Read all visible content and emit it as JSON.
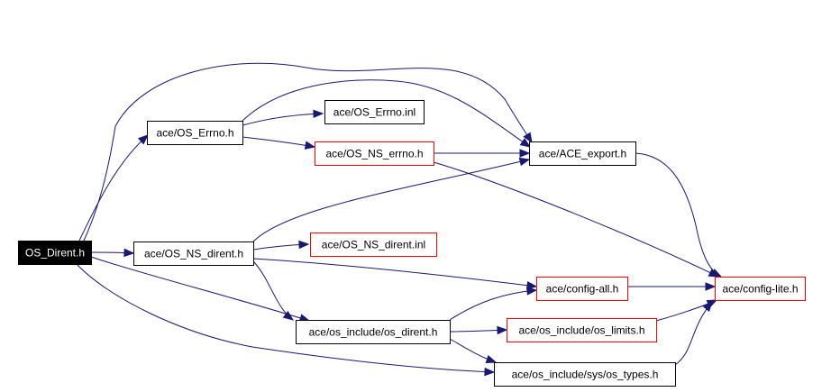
{
  "graph": {
    "colors": {
      "edge": "#191970",
      "root_fill": "#000000",
      "root_text": "#ffffff",
      "node_fill": "#ffffff",
      "node_text": "#000000",
      "node_border": "#000000",
      "truncated_border": "#ff0000"
    },
    "nodes": [
      {
        "id": "os_dirent_h",
        "label": "OS_Dirent.h",
        "style": "root"
      },
      {
        "id": "ace_os_errno_h",
        "label": "ace/OS_Errno.h",
        "style": "normal"
      },
      {
        "id": "ace_os_errno_inl",
        "label": "ace/OS_Errno.inl",
        "style": "normal"
      },
      {
        "id": "ace_os_ns_errno_h",
        "label": "ace/OS_NS_errno.h",
        "style": "truncated"
      },
      {
        "id": "ace_ace_export_h",
        "label": "ace/ACE_export.h",
        "style": "normal"
      },
      {
        "id": "ace_os_ns_dirent_h",
        "label": "ace/OS_NS_dirent.h",
        "style": "normal"
      },
      {
        "id": "ace_os_ns_dirent_inl",
        "label": "ace/OS_NS_dirent.inl",
        "style": "truncated"
      },
      {
        "id": "ace_config_all_h",
        "label": "ace/config-all.h",
        "style": "truncated"
      },
      {
        "id": "ace_config_lite_h",
        "label": "ace/config-lite.h",
        "style": "truncated"
      },
      {
        "id": "ace_os_include_os_dirent_h",
        "label": "ace/os_include/os_dirent.h",
        "style": "normal"
      },
      {
        "id": "ace_os_include_os_limits_h",
        "label": "ace/os_include/os_limits.h",
        "style": "truncated"
      },
      {
        "id": "ace_os_include_sys_os_types_h",
        "label": "ace/os_include/sys/os_types.h",
        "style": "normal"
      }
    ],
    "edges": [
      [
        "os_dirent_h",
        "ace_os_errno_h"
      ],
      [
        "os_dirent_h",
        "ace_ace_export_h"
      ],
      [
        "os_dirent_h",
        "ace_os_ns_dirent_h"
      ],
      [
        "os_dirent_h",
        "ace_os_include_os_dirent_h"
      ],
      [
        "os_dirent_h",
        "ace_os_include_sys_os_types_h"
      ],
      [
        "ace_os_errno_h",
        "ace_os_errno_inl"
      ],
      [
        "ace_os_errno_h",
        "ace_os_ns_errno_h"
      ],
      [
        "ace_os_errno_h",
        "ace_ace_export_h"
      ],
      [
        "ace_os_ns_errno_h",
        "ace_ace_export_h"
      ],
      [
        "ace_os_ns_errno_h",
        "ace_config_lite_h"
      ],
      [
        "ace_ace_export_h",
        "ace_config_lite_h"
      ],
      [
        "ace_os_ns_dirent_h",
        "ace_ace_export_h"
      ],
      [
        "ace_os_ns_dirent_h",
        "ace_os_ns_dirent_inl"
      ],
      [
        "ace_os_ns_dirent_h",
        "ace_config_all_h"
      ],
      [
        "ace_os_ns_dirent_h",
        "ace_os_include_os_dirent_h"
      ],
      [
        "ace_config_all_h",
        "ace_config_lite_h"
      ],
      [
        "ace_os_include_os_dirent_h",
        "ace_config_all_h"
      ],
      [
        "ace_os_include_os_dirent_h",
        "ace_os_include_os_limits_h"
      ],
      [
        "ace_os_include_os_dirent_h",
        "ace_os_include_sys_os_types_h"
      ],
      [
        "ace_os_include_os_limits_h",
        "ace_config_lite_h"
      ],
      [
        "ace_os_include_sys_os_types_h",
        "ace_config_lite_h"
      ]
    ]
  }
}
